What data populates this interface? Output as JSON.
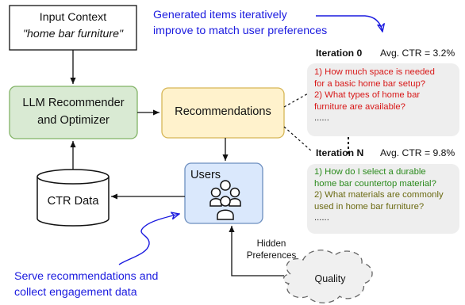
{
  "input_box": {
    "title": "Input Context",
    "subtitle": "\"home bar furniture\""
  },
  "llm_box": {
    "line1": "LLM Recommender",
    "line2": "and Optimizer"
  },
  "recommendations_box": {
    "label": "Recommendations"
  },
  "ctr_box": {
    "label": "CTR Data"
  },
  "users_box": {
    "label": "Users"
  },
  "quality_cloud": {
    "label": "Quality"
  },
  "hidden_label": {
    "line1": "Hidden",
    "line2": "Preferences"
  },
  "top_note": {
    "line1": "Generated items iteratively",
    "line2": "improve to match user preferences"
  },
  "bottom_note": {
    "line1": "Serve recommendations and",
    "line2": "collect engagement data"
  },
  "iteration0": {
    "title": "Iteration 0",
    "ctr": "Avg. CTR = 3.2%",
    "item1_line1": "1) How much space is needed",
    "item1_line2": "for a basic home bar setup?",
    "item2_line1": "2) What types of home bar",
    "item2_line2": "furniture are available?",
    "ellipsis": "......"
  },
  "iterationN": {
    "title": "Iteration N",
    "ctr": "Avg. CTR = 9.8%",
    "item1_line1": "1) How do I select a durable",
    "item1_line2": "home bar countertop material?",
    "item2_line1": "2) What materials are commonly",
    "item2_line2": "used in home bar furniture?",
    "ellipsis": "......"
  },
  "colors": {
    "llm_fill": "#d9ead3",
    "llm_stroke": "#82b366",
    "rec_fill": "#fff2cc",
    "rec_stroke": "#d6b656",
    "users_fill": "#dae8fc",
    "users_stroke": "#6c8ebf",
    "note_blue": "#1a1adf",
    "item_red": "#d81818",
    "item_green": "#2a8a1c",
    "item_olive": "#6b6a12"
  }
}
